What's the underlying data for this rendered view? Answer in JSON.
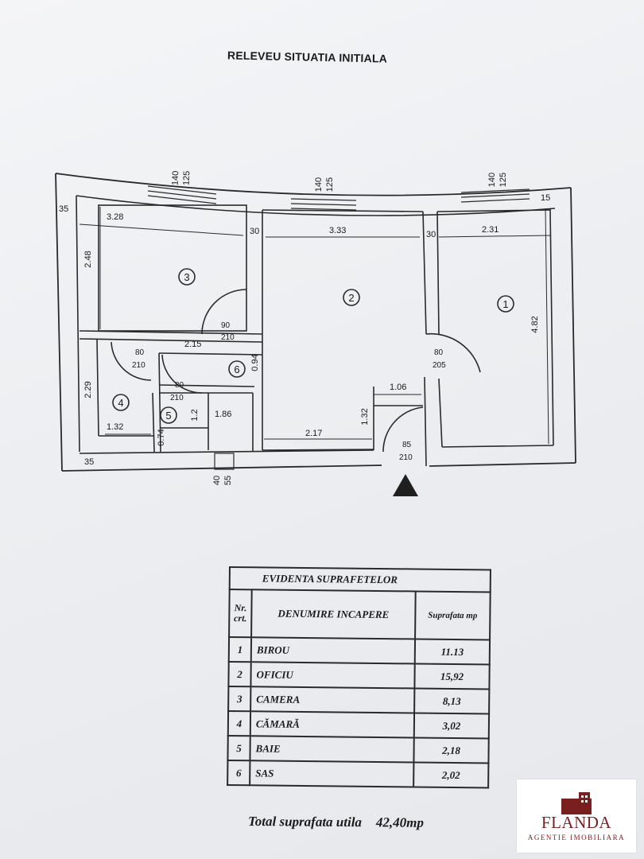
{
  "title": "RELEVEU SITUATIA INITIALA",
  "plan": {
    "window_labels": [
      {
        "width": "140",
        "height": "125"
      },
      {
        "width": "140",
        "height": "125"
      },
      {
        "width": "140",
        "height": "125"
      }
    ],
    "bottom_window": {
      "width": "40",
      "height": "55"
    },
    "wall_labels": {
      "left_top": "35",
      "left_bottom": "35",
      "mid1": "30",
      "mid2": "30",
      "right_top": "15"
    },
    "dimensions": {
      "room3_width": "3.28",
      "room3_depth": "2.48",
      "room2_width": "3.33",
      "room2_bottom": "2.17",
      "room1_width": "2.31",
      "room1_depth": "4.82",
      "hall_width": "2.15",
      "sas_depth": "0.94",
      "room4_width": "1.32",
      "room4_depth": "2.29",
      "bath_width": "1.86",
      "bath_small": "1.2",
      "bath_left": "0.74",
      "entry_width": "1.06",
      "entry_depth": "1.32"
    },
    "doors": [
      {
        "width": "90",
        "height": "210"
      },
      {
        "width": "80",
        "height": "210"
      },
      {
        "width": "80",
        "height": "210"
      },
      {
        "width": "80",
        "height": "205"
      },
      {
        "width": "85",
        "height": "210"
      }
    ],
    "room_numbers": [
      "3",
      "2",
      "1",
      "4",
      "5",
      "6"
    ]
  },
  "table": {
    "caption": "EVIDENTA SUPRAFETELOR",
    "col_nr": "Nr. crt.",
    "col_name": "DENUMIRE INCAPERE",
    "col_area": "Suprafata mp",
    "rows": [
      {
        "nr": "1",
        "name": "BIROU",
        "area": "11.13"
      },
      {
        "nr": "2",
        "name": "OFICIU",
        "area": "15,92"
      },
      {
        "nr": "3",
        "name": "CAMERA",
        "area": "8,13"
      },
      {
        "nr": "4",
        "name": "CĂMARĂ",
        "area": "3,02"
      },
      {
        "nr": "5",
        "name": "BAIE",
        "area": "2,18"
      },
      {
        "nr": "6",
        "name": "SAS",
        "area": "2,02"
      }
    ]
  },
  "total": {
    "label": "Total suprafata utila",
    "value": "42,40mp"
  },
  "logo": {
    "name": "FLANDA",
    "tagline": "AGENTIE IMOBILIARA",
    "color": "#7a1f1f"
  }
}
